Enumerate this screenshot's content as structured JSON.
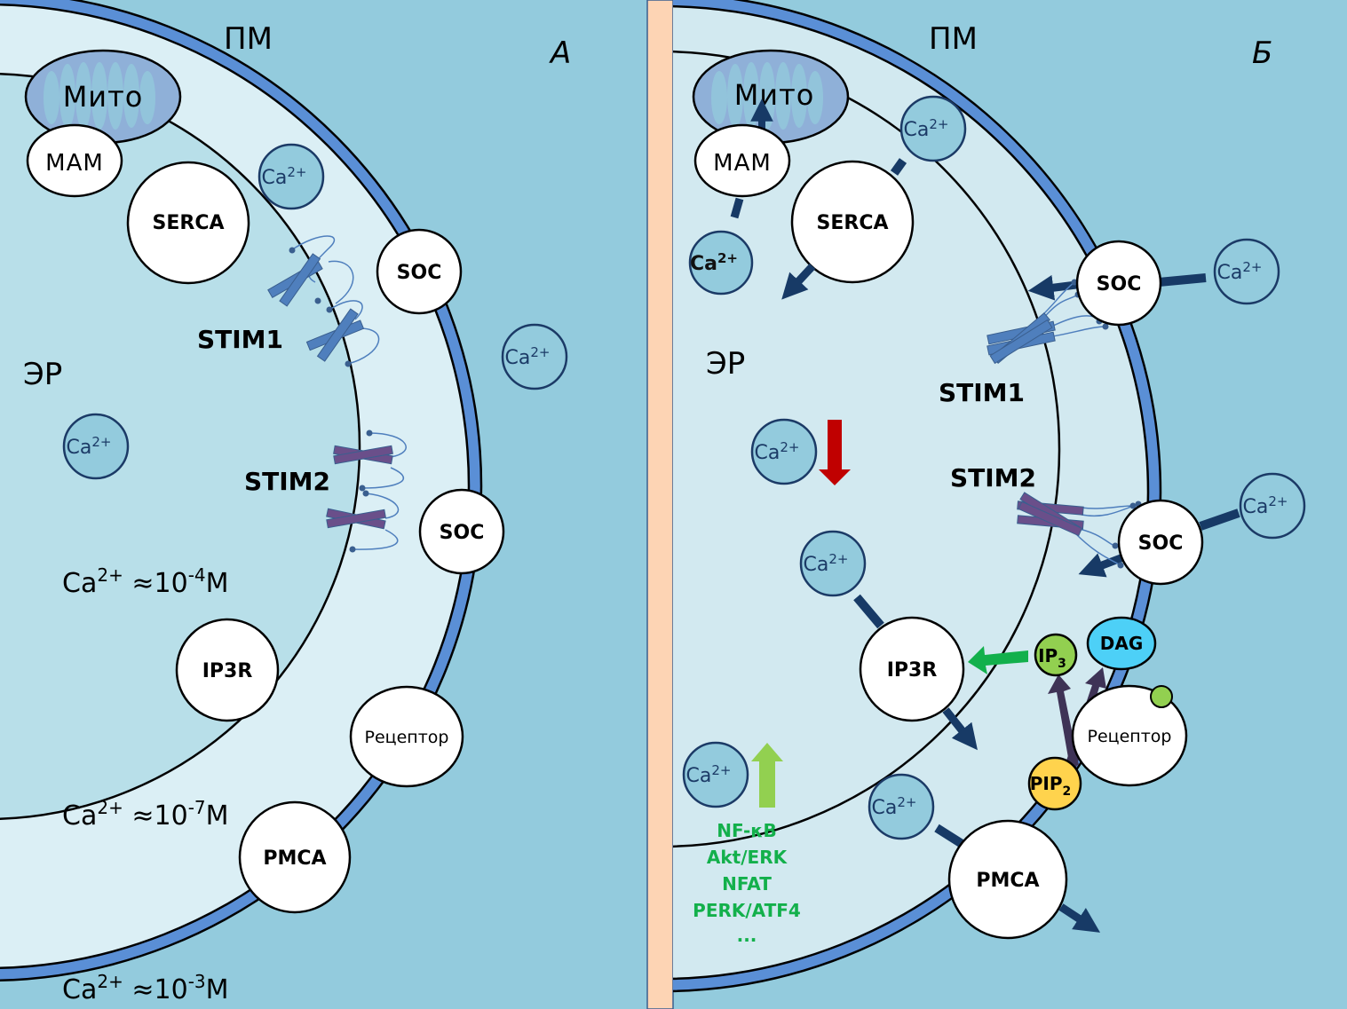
{
  "colors": {
    "extracellular": "#93cbdd",
    "cytoplasm_a": "#dbeff5",
    "er_lumen_a": "#b8dfe9",
    "cytoplasm_b": "#d2e9f0",
    "er_lumen_b": "#d2e9f0",
    "membrane": "#5a8fd6",
    "divider": "#fdd4b4",
    "ion_fill": "#93cbdd",
    "ion_stroke": "#1b3a66",
    "flux_arrow": "#173a66",
    "stim1": "#4f7fbd",
    "stim2": "#6a4f8a",
    "red_arrow": "#c00000",
    "green_arrow": "#12b04c",
    "lightgreen_arrow": "#92d050",
    "purple_arrow": "#3e3356",
    "ip3_fill": "#92d050",
    "dag_fill": "#4dd0f7",
    "pip2_fill": "#ffd34d",
    "mito_fill": "#8fb0d8",
    "mito_cristae": "#93cbdd"
  },
  "panel_a": {
    "label": "А",
    "pm_label": "ПМ",
    "er_label": "ЭР",
    "mito_label": "Мито",
    "mam_label": "МАМ",
    "serca_label": "SERCA",
    "soc_labels": [
      "SOC",
      "SOC"
    ],
    "stim1_label": "STIM1",
    "stim2_label": "STIM2",
    "ip3r_label": "IP3R",
    "receptor_label": "Рецептор",
    "pmca_label": "PMCA",
    "ion": {
      "base": "Ca",
      "charge": "2+"
    },
    "concentrations": [
      {
        "base": "Ca",
        "charge": "2+",
        "approx": " ≈10",
        "exp": "-4",
        "unit": "M",
        "region": "ER lumen"
      },
      {
        "base": "Ca",
        "charge": "2+",
        "approx": " ≈10",
        "exp": "-7",
        "unit": "M",
        "region": "cytoplasm"
      },
      {
        "base": "Ca",
        "charge": "2+",
        "approx": " ≈10",
        "exp": "-3",
        "unit": "M",
        "region": "extracellular"
      }
    ]
  },
  "panel_b": {
    "label": "Б",
    "pm_label": "ПМ",
    "er_label": "ЭР",
    "mito_label": "Мито",
    "mam_label": "МАМ",
    "serca_label": "SERCA",
    "soc_labels": [
      "SOC",
      "SOC"
    ],
    "stim1_label": "STIM1",
    "stim2_label": "STIM2",
    "ip3r_label": "IP3R",
    "receptor_label": "Рецептор",
    "pmca_label": "PMCA",
    "ip3": {
      "base": "IP",
      "sub": "3"
    },
    "dag_label": "DAG",
    "pip2": {
      "base": "PIP",
      "sub": "2"
    },
    "ion": {
      "base": "Ca",
      "charge": "2+"
    },
    "pathways": [
      "NF-κB",
      "Akt/ERK",
      "NFAT",
      "PERK/ATF4",
      "..."
    ]
  }
}
